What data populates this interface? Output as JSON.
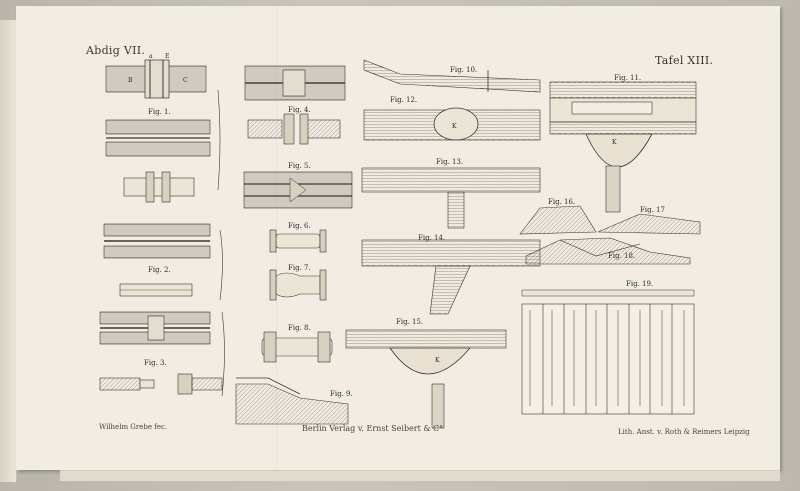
{
  "header": {
    "left": "Abdig VII.",
    "right": "Tafel XIII."
  },
  "footer": {
    "left": "Wilhelm Grebe fec.",
    "center": "Berlin Verlag v. Ernst Seibert & C°",
    "right": "Lith. Anst. v. Roth & Reimers Leipzig"
  },
  "figures": {
    "fig1": "Fig. 1.",
    "fig2": "Fig. 2.",
    "fig3": "Fig. 3.",
    "fig4": "Fig. 4.",
    "fig5": "Fig. 5.",
    "fig6": "Fig. 6.",
    "fig7": "Fig. 7.",
    "fig8": "Fig. 8.",
    "fig9": "Fig. 9.",
    "fig10": "Fig. 10.",
    "fig11": "Fig. 11.",
    "fig12": "Fig. 12.",
    "fig13": "Fig. 13.",
    "fig14": "Fig. 14.",
    "fig15": "Fig. 15.",
    "fig16": "Fig. 16.",
    "fig17": "Fig. 17",
    "fig18": "Fig. 18.",
    "fig19": "Fig. 19."
  }
}
